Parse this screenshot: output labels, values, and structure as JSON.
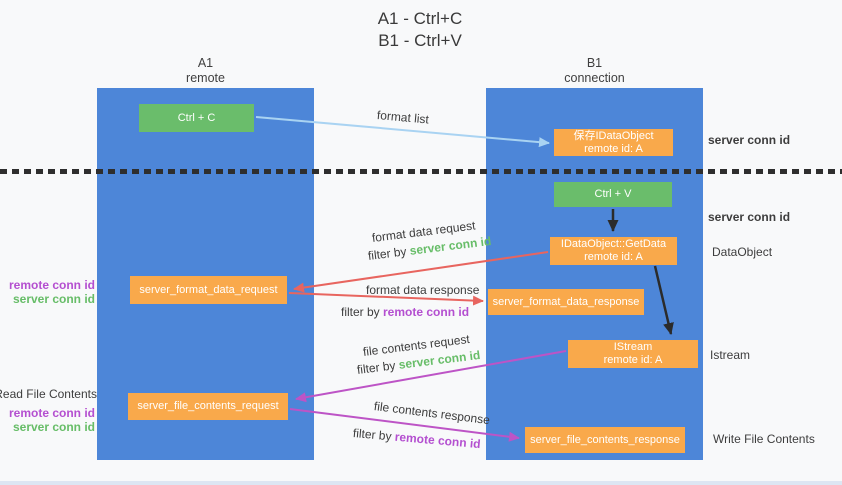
{
  "title": {
    "line1": "A1 - Ctrl+C",
    "line2": "B1 - Ctrl+V"
  },
  "columns": {
    "a": {
      "name": "A1",
      "role": "remote"
    },
    "b": {
      "name": "B1",
      "role": "connection"
    }
  },
  "nodes": {
    "ctrl_c": {
      "label": "Ctrl + C"
    },
    "save_idataobject": {
      "line1": "保存IDataObject",
      "line2": "remote id: A"
    },
    "ctrl_v": {
      "label": "Ctrl + V"
    },
    "getdata": {
      "line1": "IDataObject::GetData",
      "line2": "remote id: A"
    },
    "format_request": {
      "label": "server_format_data_request"
    },
    "format_response": {
      "label": "server_format_data_response"
    },
    "istream": {
      "line1": "IStream",
      "line2": "remote id: A"
    },
    "file_request": {
      "label": "server_file_contents_request"
    },
    "file_response": {
      "label": "server_file_contents_response"
    }
  },
  "edge_labels": {
    "format_list": "format list",
    "format_data_request": "format data request",
    "format_data_response": "format data response",
    "file_contents_request": "file contents request",
    "file_contents_response": "file contents response",
    "filter_by": "filter by ",
    "server_conn_id": "server conn id",
    "remote_conn_id": "remote conn id"
  },
  "annotations": {
    "right": {
      "server_conn_id_top": "server conn id",
      "server_conn_id_mid": "server conn id",
      "dataobject": "DataObject",
      "istream": "Istream",
      "write_file_contents": "Write File Contents"
    },
    "left": {
      "remote_conn_id_1": "remote conn id",
      "server_conn_id_1": "server conn id",
      "read_file_contents": "Read File Contents",
      "remote_conn_id_2": "remote conn id",
      "server_conn_id_2": "server conn id"
    }
  },
  "colors": {
    "column_blue": "#4d86d8",
    "node_green": "#6abd6b",
    "node_orange": "#f9a94b",
    "green_text": "#67bd68",
    "magenta_text": "#b44fd0",
    "red_arrow": "#e8655f",
    "magenta_arrow": "#bd54c6",
    "blue_arrow": "#a9d3f2",
    "black_arrow": "#2b2b2b"
  }
}
